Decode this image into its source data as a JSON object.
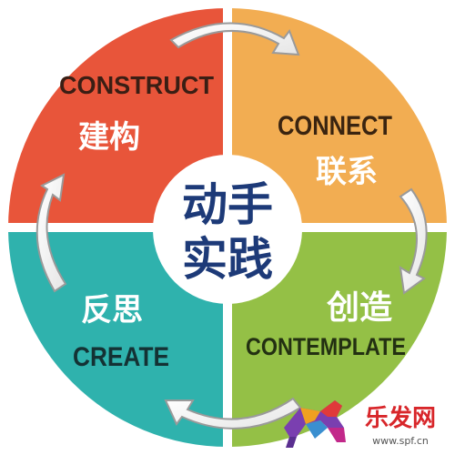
{
  "center": {
    "line1": "动手",
    "line2": "实践"
  },
  "quadrants": {
    "top_left": {
      "en": "CONSTRUCT",
      "zh": "建构",
      "color": "#e8553a",
      "text_en_color": "#3a1e14",
      "text_zh_color": "#ffffff"
    },
    "top_right": {
      "en": "CONNECT",
      "zh": "联系",
      "color": "#f2ad52",
      "text_en_color": "#3a2410",
      "text_zh_color": "#ffffff"
    },
    "bottom_right": {
      "en": "CONTEMPLATE",
      "zh": "创造",
      "color": "#94c046",
      "text_en_color": "#233012",
      "text_zh_color": "#ffffff"
    },
    "bottom_left": {
      "en": "CREATE",
      "zh": "反思",
      "color": "#2fb2ad",
      "text_en_color": "#143234",
      "text_zh_color": "#ffffff"
    }
  },
  "center_text_color": "#1d3a78",
  "watermark": {
    "brand": "乐发网",
    "url": "www.spf.cn",
    "brand_color": "#d8262a"
  },
  "icons": [
    "cycle-arrow-icon",
    "horse-logo-icon"
  ]
}
